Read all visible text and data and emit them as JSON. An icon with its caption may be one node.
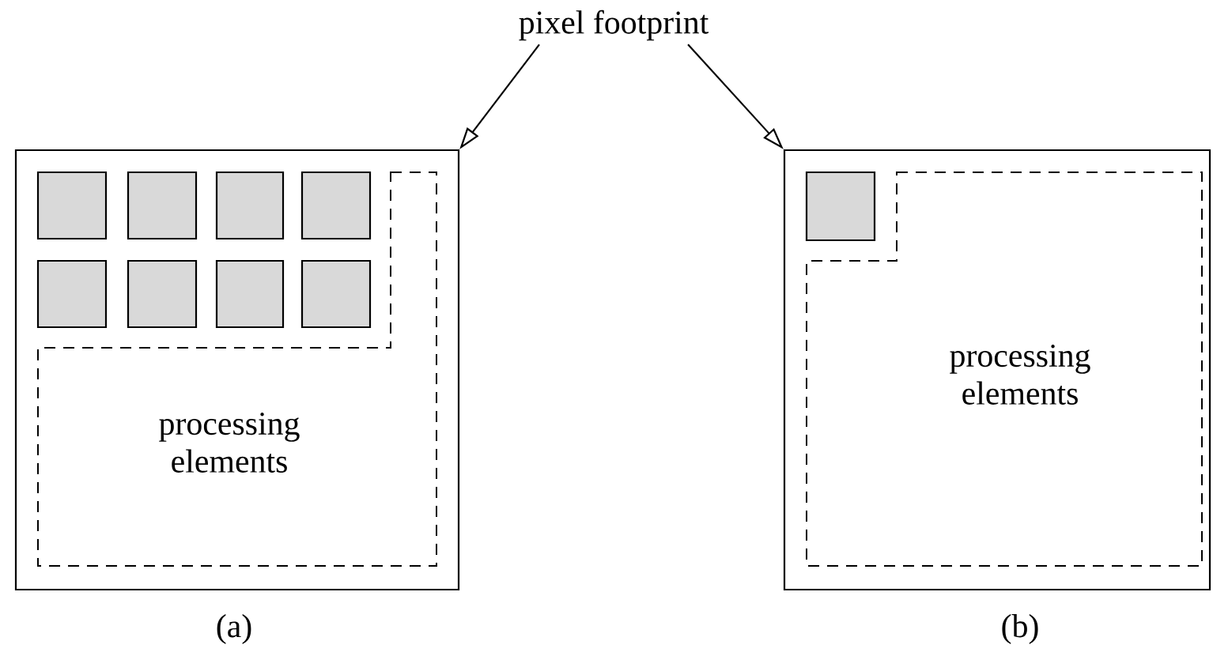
{
  "diagram": {
    "nodes": [
      {
        "text": [
          "pixel footprint"
        ]
      },
      {
        "text": [],
        "shape": "box",
        "beside": [
          "(a)"
        ]
      },
      {
        "text": [],
        "shape": "box",
        "in": 1
      },
      {
        "text": [],
        "shape": "box",
        "in": 1
      },
      {
        "text": [],
        "shape": "box",
        "in": 1
      },
      {
        "text": [],
        "shape": "box",
        "in": 1
      },
      {
        "text": [],
        "shape": "box",
        "in": 1
      },
      {
        "text": [],
        "shape": "box",
        "in": 1
      },
      {
        "text": [],
        "shape": "box",
        "in": 1
      },
      {
        "text": [],
        "shape": "box",
        "in": 1
      },
      {
        "text": [
          "processing elements"
        ],
        "in": 1
      },
      {
        "text": [],
        "shape": "box",
        "beside": [
          "(b)"
        ]
      },
      {
        "text": [],
        "shape": "box",
        "in": 11
      },
      {
        "text": [
          "processing elements"
        ],
        "in": 11
      }
    ],
    "edges": [
      {
        "from": 0,
        "to": 1,
        "arrow": "to"
      },
      {
        "from": 0,
        "to": 11,
        "arrow": "to"
      }
    ]
  }
}
